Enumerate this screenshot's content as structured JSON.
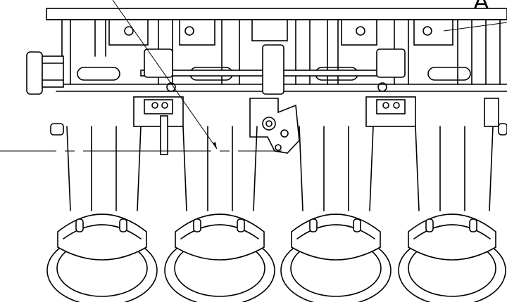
{
  "drawing": {
    "section_letter": "A",
    "line_color": "#000000",
    "background_color": "#ffffff",
    "throttle_bodies": 4,
    "bell_mouths": 4
  }
}
